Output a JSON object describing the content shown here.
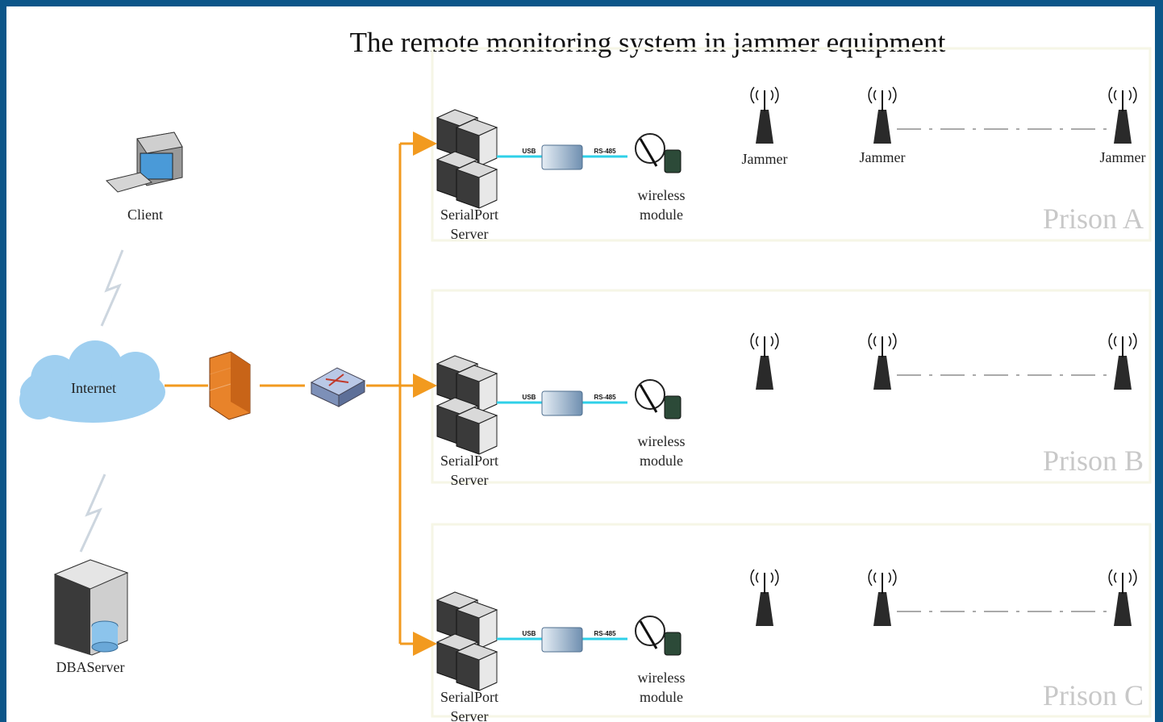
{
  "title": "The remote monitoring system in jammer equipment",
  "client_label": "Client",
  "internet_label": "Internet",
  "db_label": "DBAServer",
  "connector_labels": {
    "usb": "USB",
    "rs485": "RS-485"
  },
  "server_label": [
    "SerialPort",
    "Server"
  ],
  "wireless_label": [
    "wireless",
    "module"
  ],
  "jammer_label": "Jammer",
  "prisons": [
    {
      "name": "Prison A",
      "jammer_labels_shown": true
    },
    {
      "name": "Prison B",
      "jammer_labels_shown": false
    },
    {
      "name": "Prison C",
      "jammer_labels_shown": false
    }
  ],
  "colors": {
    "frame": "#0c5689",
    "link_orange": "#f29a1f",
    "cable_cyan": "#2fd0e8",
    "cloud_blue": "#9fcff0",
    "prison_text": "#c8c8c8"
  }
}
